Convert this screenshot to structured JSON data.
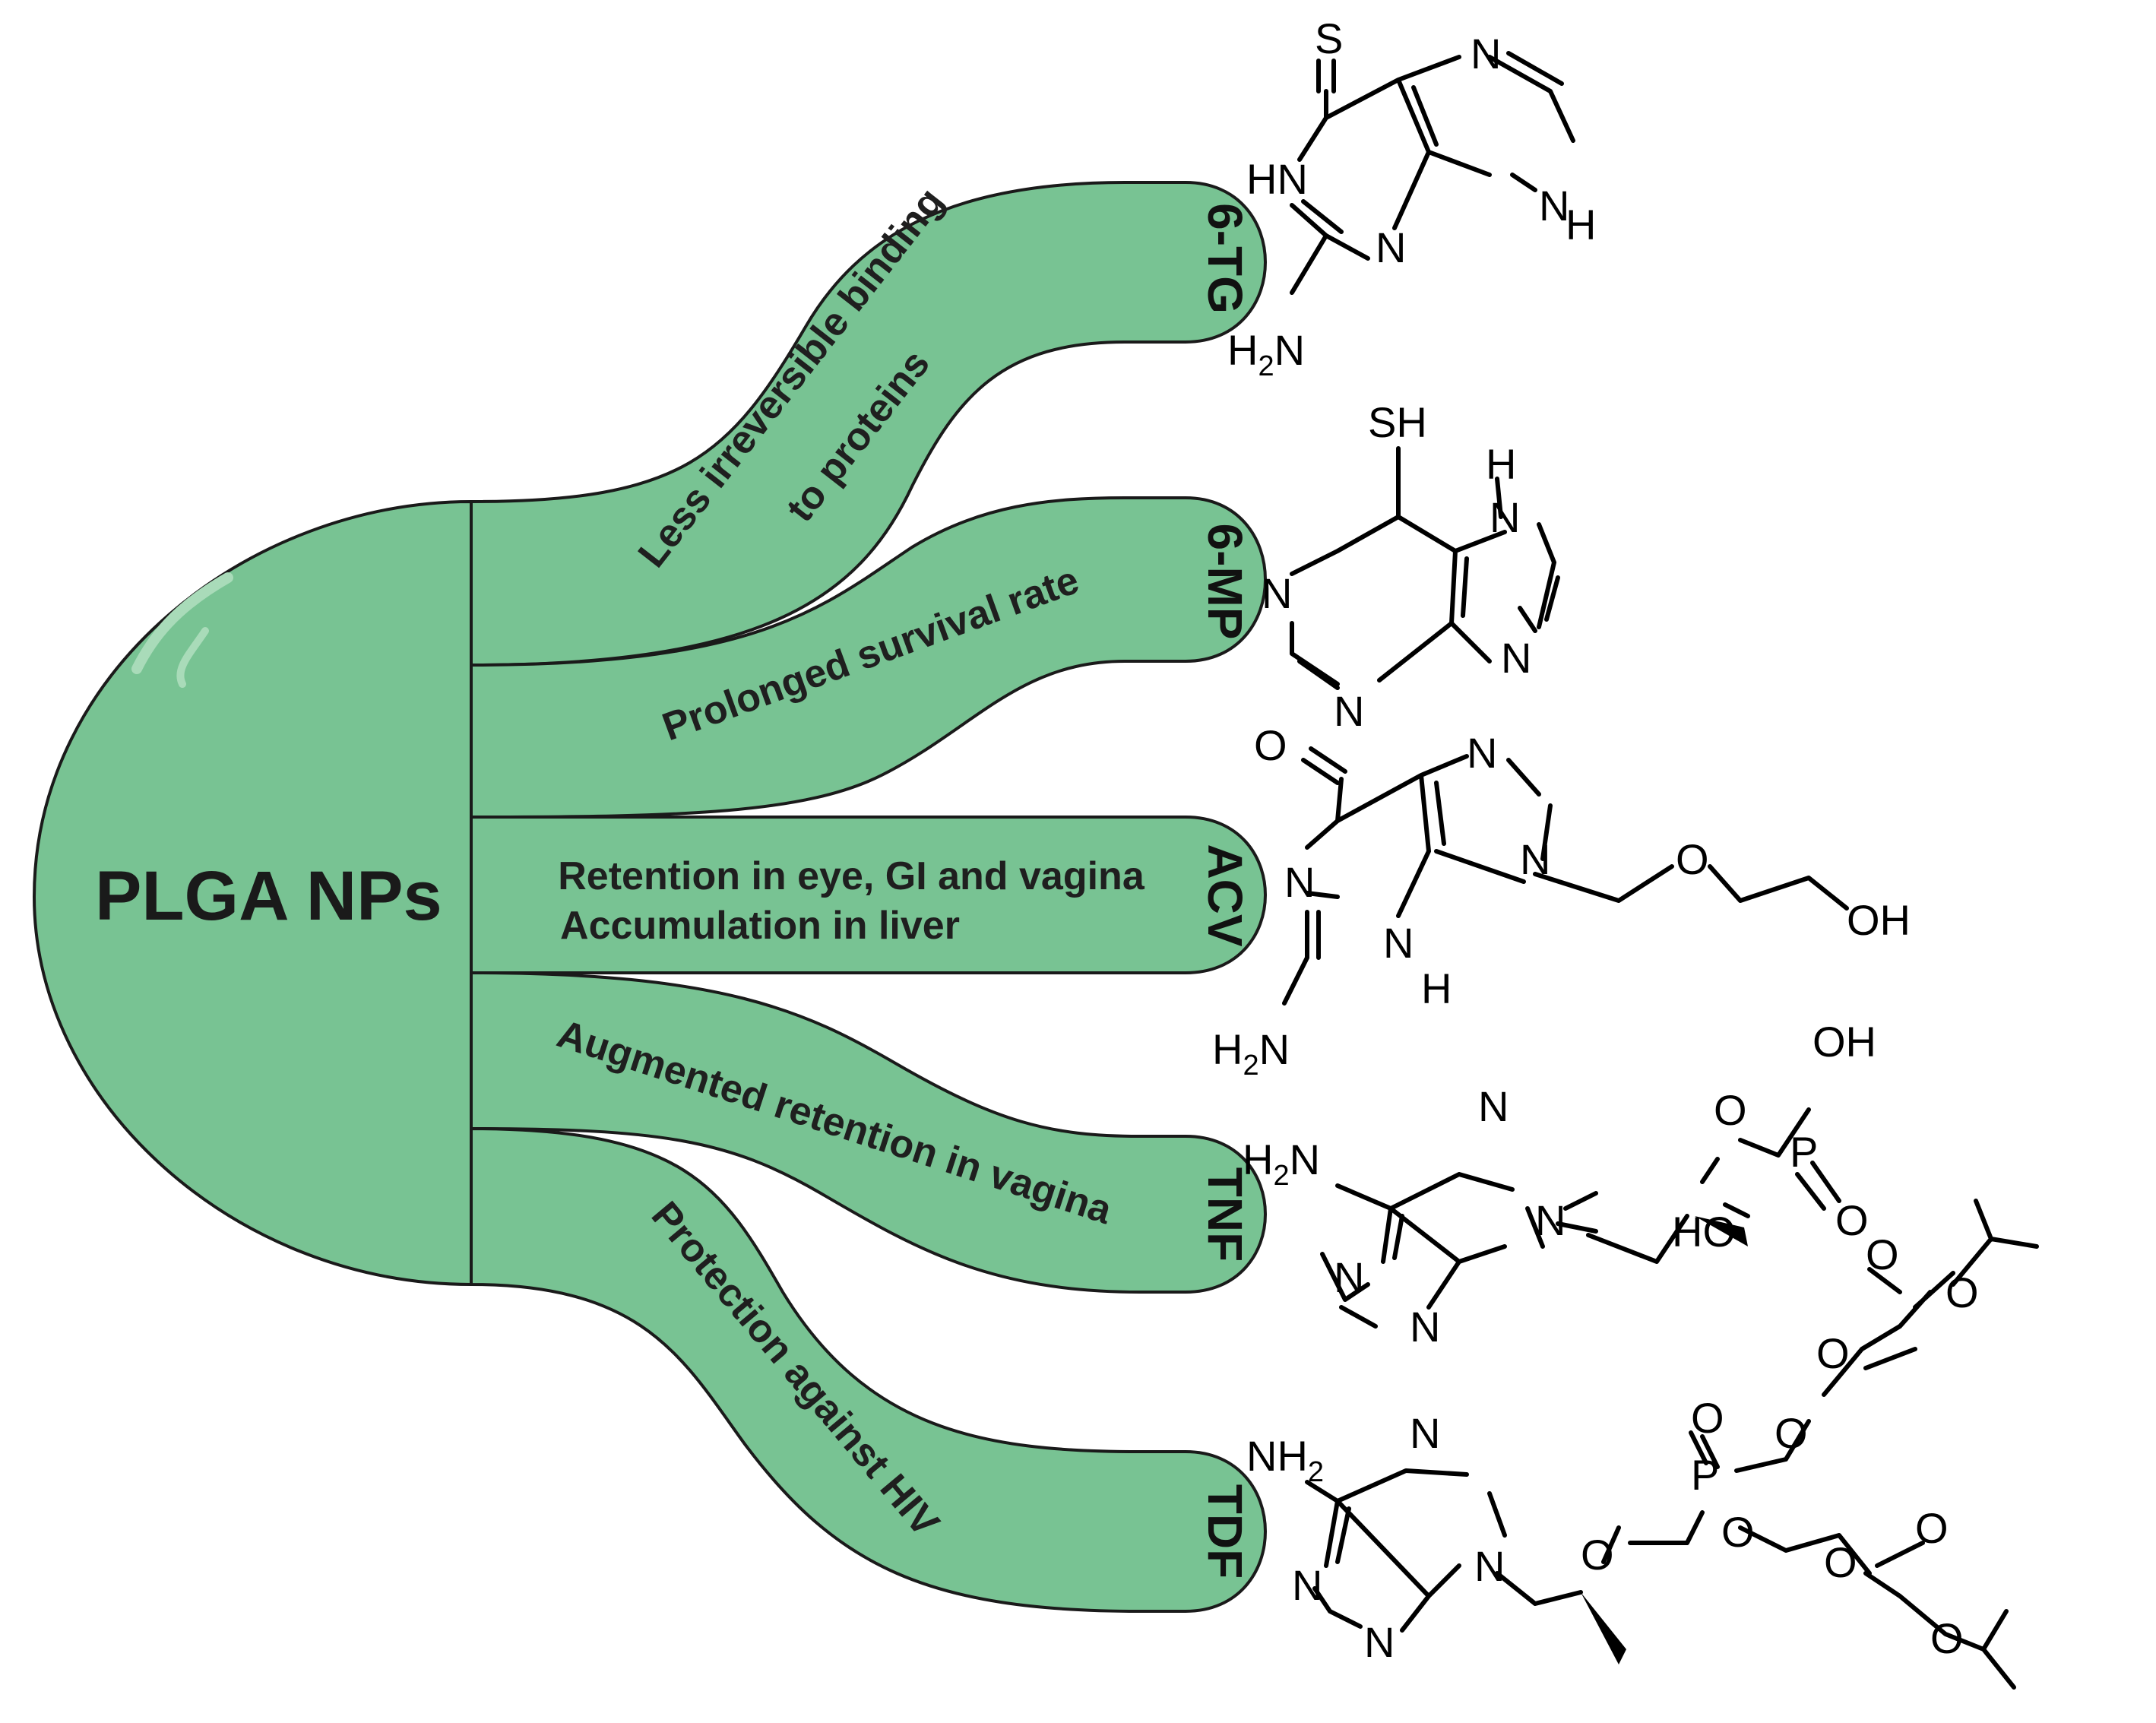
{
  "hub": {
    "label": "PLGA NPs",
    "color": "#78c393"
  },
  "arms": [
    {
      "drug": "6-TG",
      "lines": [
        "Less irreversible binding",
        "to proteins"
      ]
    },
    {
      "drug": "6-MP",
      "lines": [
        "Prolonged survival rate"
      ]
    },
    {
      "drug": "ACV",
      "lines": [
        "Retention in eye, GI and vagina",
        "Accumulation in liver"
      ]
    },
    {
      "drug": "TNF",
      "lines": [
        "Augmented retention in vagina"
      ]
    },
    {
      "drug": "TDF",
      "lines": [
        "Protection against HIV"
      ]
    }
  ],
  "atoms": {
    "tg": {
      "s": "S",
      "n1": "N",
      "n2": "N",
      "hn": "HN",
      "nh": "N",
      "h": "H",
      "h2n": "H",
      "h2n_sub": "2",
      "h2n_n": "N"
    },
    "mp": {
      "sh": "SH",
      "h": "H",
      "n_top": "N",
      "n_left": "N",
      "n_bottom": "N",
      "n_right": "N"
    },
    "acv": {
      "o": "O",
      "n_top": "N",
      "n_left": "N",
      "n_right": "N",
      "nh": "N",
      "h": "H",
      "h2n": "H",
      "h2n_sub": "2",
      "h2n_n": "N",
      "o_ether": "O",
      "oh": "OH"
    },
    "tnf": {
      "h2n": "H",
      "h2n_sub": "2",
      "h2n_n": "N",
      "n_top": "N",
      "n_left": "N",
      "n_bottom": "N",
      "n_right": "N",
      "o_ether": "O",
      "p": "P",
      "oh": "OH",
      "o_double": "O",
      "ho": "HO"
    },
    "tdf": {
      "nh2": "NH",
      "nh2_sub": "2",
      "n_top": "N",
      "n_left": "N",
      "n_bottom": "N",
      "n_right": "N",
      "o_ether": "O",
      "p": "P",
      "o_double": "O",
      "o1": "O",
      "o2": "O",
      "o3": "O",
      "o4": "O",
      "o5": "O",
      "o6": "O",
      "o7": "O",
      "o8": "O"
    }
  }
}
